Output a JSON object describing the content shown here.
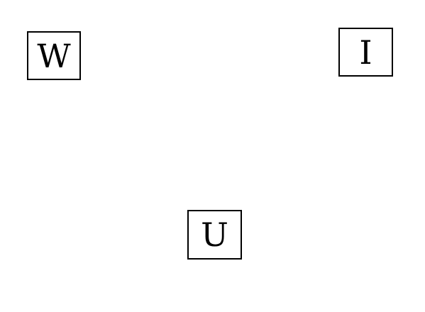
{
  "tiles": [
    {
      "letter": "W"
    },
    {
      "letter": "I"
    },
    {
      "letter": "U"
    }
  ],
  "colors": {
    "background": "#ffffff",
    "border": "#000000",
    "text": "#000000"
  }
}
